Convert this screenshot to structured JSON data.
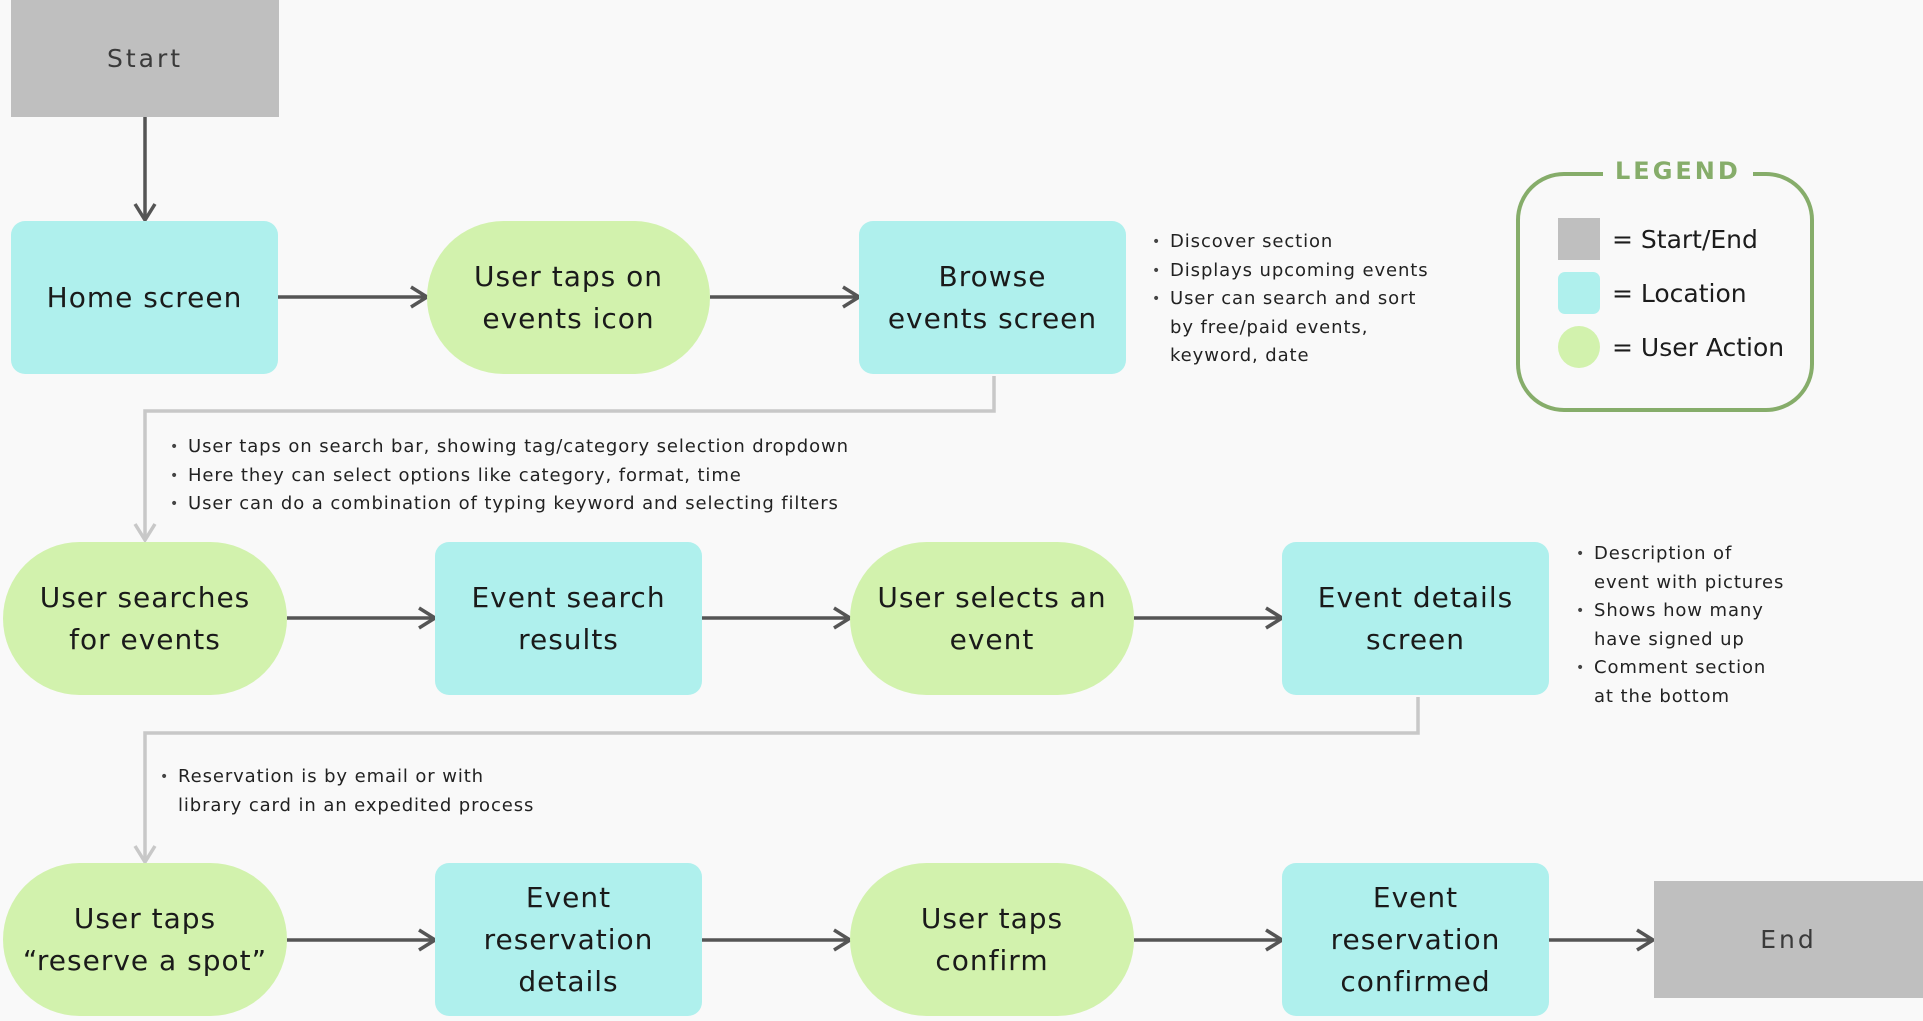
{
  "colors": {
    "location": "#aff0ed",
    "action": "#d2f2ad",
    "terminal": "#bfbfbf",
    "arrow": "#555555",
    "connector": "#c8c8c8",
    "legend_border": "#86ad6a"
  },
  "nodes": {
    "start": "Start",
    "home_screen": "Home screen",
    "taps_events_icon": "User taps on\nevents icon",
    "browse_events": "Browse\nevents screen",
    "searches_events": "User searches\nfor events",
    "search_results": "Event search\nresults",
    "selects_event": "User selects an\nevent",
    "event_details": "Event details\nscreen",
    "taps_reserve": "User taps\n“reserve a spot”",
    "reservation_details": "Event\nreservation\ndetails",
    "taps_confirm": "User taps\nconfirm",
    "reservation_confirmed": "Event\nreservation\nconfirmed",
    "end": "End"
  },
  "notes": {
    "browse": [
      "Discover section",
      "Displays upcoming events",
      "User can search and sort\nby free/paid events,\nkeyword, date"
    ],
    "search": [
      "User taps on search bar, showing tag/category selection dropdown",
      "Here they can select options like category, format, time",
      "User can do a combination of typing keyword and selecting filters"
    ],
    "details": [
      "Description of\nevent with pictures",
      "Shows how many\nhave signed up",
      "Comment section\nat the bottom"
    ],
    "reservation": [
      "Reservation is by email or with\nlibrary card in an expedited process"
    ]
  },
  "legend": {
    "title": "LEGEND",
    "items": [
      {
        "label": "= Start/End",
        "swatch": "gray-square"
      },
      {
        "label": "= Location",
        "swatch": "cyan-rounded-square"
      },
      {
        "label": "= User Action",
        "swatch": "green-circle"
      }
    ]
  }
}
